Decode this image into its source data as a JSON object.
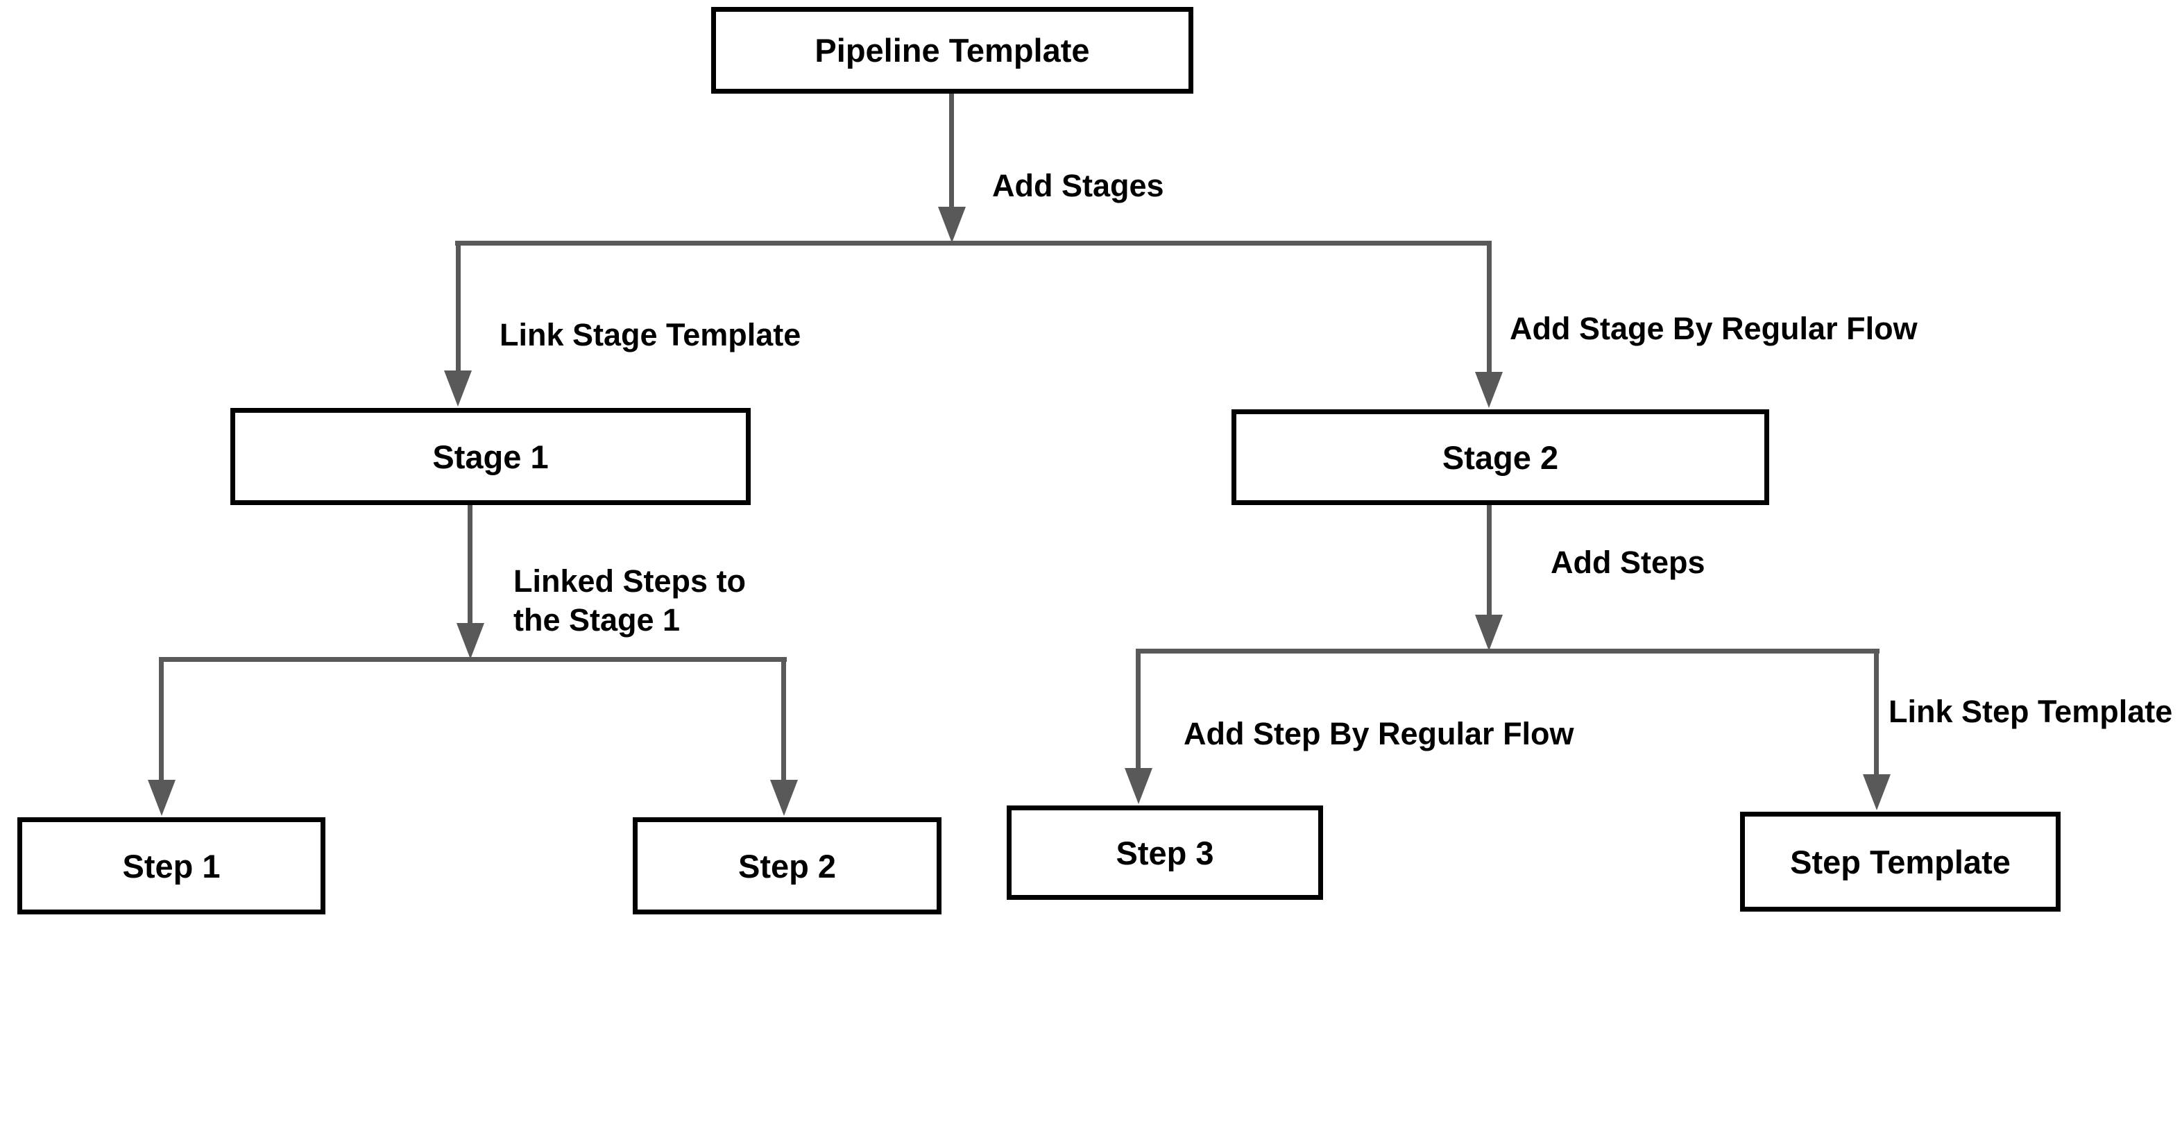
{
  "colors": {
    "line": "#595959",
    "border": "#000000",
    "text": "#000000",
    "background": "#ffffff"
  },
  "nodes": {
    "pipeline_template": {
      "label": "Pipeline Template"
    },
    "stage_1": {
      "label": "Stage 1"
    },
    "stage_2": {
      "label": "Stage 2"
    },
    "step_1": {
      "label": "Step 1"
    },
    "step_2": {
      "label": "Step 2"
    },
    "step_3": {
      "label": "Step 3"
    },
    "step_template": {
      "label": "Step Template"
    }
  },
  "edges": {
    "add_stages": {
      "label": "Add Stages"
    },
    "link_stage_template": {
      "label": "Link Stage Template"
    },
    "add_stage_by_regular_flow": {
      "label": "Add Stage By Regular Flow"
    },
    "linked_steps_to_stage_1": {
      "label": "Linked Steps to\nthe Stage 1"
    },
    "add_steps": {
      "label": "Add Steps"
    },
    "add_step_by_regular_flow": {
      "label": "Add Step By Regular Flow"
    },
    "link_step_template": {
      "label": "Link Step Template"
    }
  }
}
